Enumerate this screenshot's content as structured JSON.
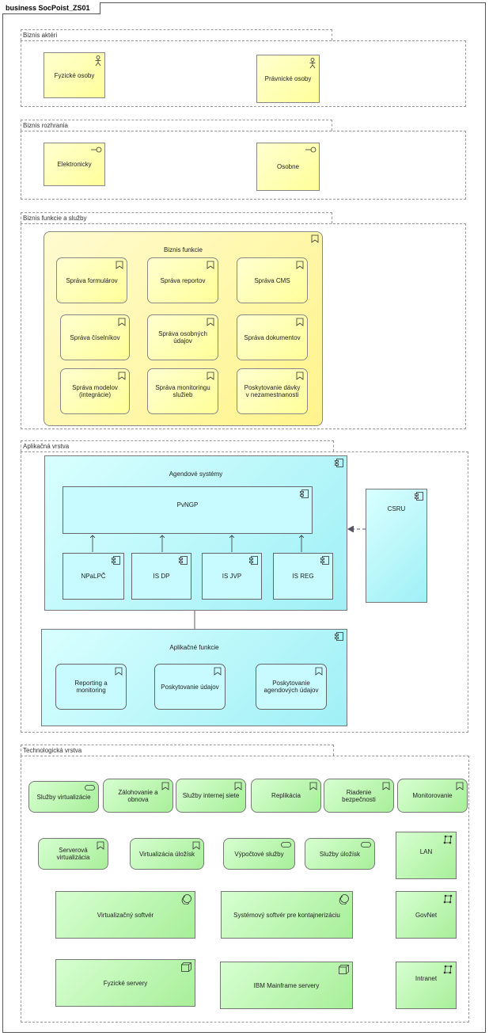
{
  "diagram": {
    "title": "business SocPoist_ZS01",
    "groups": {
      "actors": {
        "label": "Biznis aktéri"
      },
      "interfaces": {
        "label": "Biznis rozhrania"
      },
      "functions": {
        "label": "Biznis funkcie a služby"
      },
      "application": {
        "label": "Aplikačná vrstva"
      },
      "technology": {
        "label": "Technologická vrstva"
      }
    },
    "actors": [
      "Fyzické osoby",
      "Právnické osoby"
    ],
    "interfaces": [
      "Elektronicky",
      "Osobne"
    ],
    "business_function_container": "Biznis funkcie",
    "business_functions": [
      "Správa formulárov",
      "Správa reportov",
      "Správa CMS",
      "Správa číselníkov",
      "Správa osobných údajov",
      "Správa dokumentov",
      "Správa modelov (integrácie)",
      "Správa monitoringu služieb",
      "Poskytovanie dávky v nezamestnanosti"
    ],
    "agenda_systems": "Agendové systémy",
    "pvngp": "PvNGP",
    "app_components": [
      "NPaLPČ",
      "IS DP",
      "IS JVP",
      "IS REG"
    ],
    "csru": "CSRU",
    "app_functions_container": "Aplikačné funkcie",
    "app_functions": [
      "Reporting a monitoring",
      "Poskytovanie údajov",
      "Poskytovanie agendových údajov"
    ],
    "tech_services_row1": [
      "Služby virtualizácie",
      "Zálohovanie a obnova",
      "Služby internej siete",
      "Replikácia",
      "Riadenie bezpečnosti",
      "Monitorovanie"
    ],
    "tech_services_row2": [
      "Serverová virtualizácia",
      "Virtualizácia úložísk",
      "Výpočtové služby",
      "Služby úložísk"
    ],
    "system_software": [
      "Virtualizačný softvér",
      "Systémový softvér pre kontajnerizáciu"
    ],
    "devices": [
      "Fyzické servery",
      "IBM Mainframe servery"
    ],
    "networks": [
      "LAN",
      "GovNet",
      "Intranet"
    ]
  }
}
